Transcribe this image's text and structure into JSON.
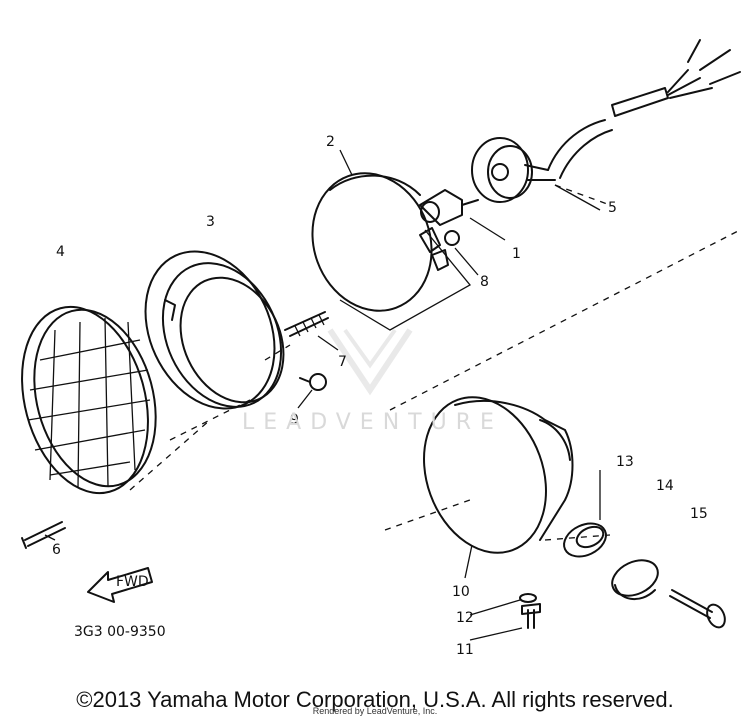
{
  "diagram": {
    "part_labels": [
      "1",
      "2",
      "3",
      "4",
      "5",
      "6",
      "7",
      "8",
      "9",
      "10",
      "11",
      "12",
      "13",
      "14",
      "15"
    ],
    "fwd_label": "FWD",
    "part_code": "3G3 00-9350"
  },
  "watermark_text": "LEADVENTURE",
  "footer": {
    "copyright": "©2013 Yamaha Motor Corporation, U.S.A. All rights reserved.",
    "rendered_by": "Rendered by LeadVenture, Inc."
  }
}
